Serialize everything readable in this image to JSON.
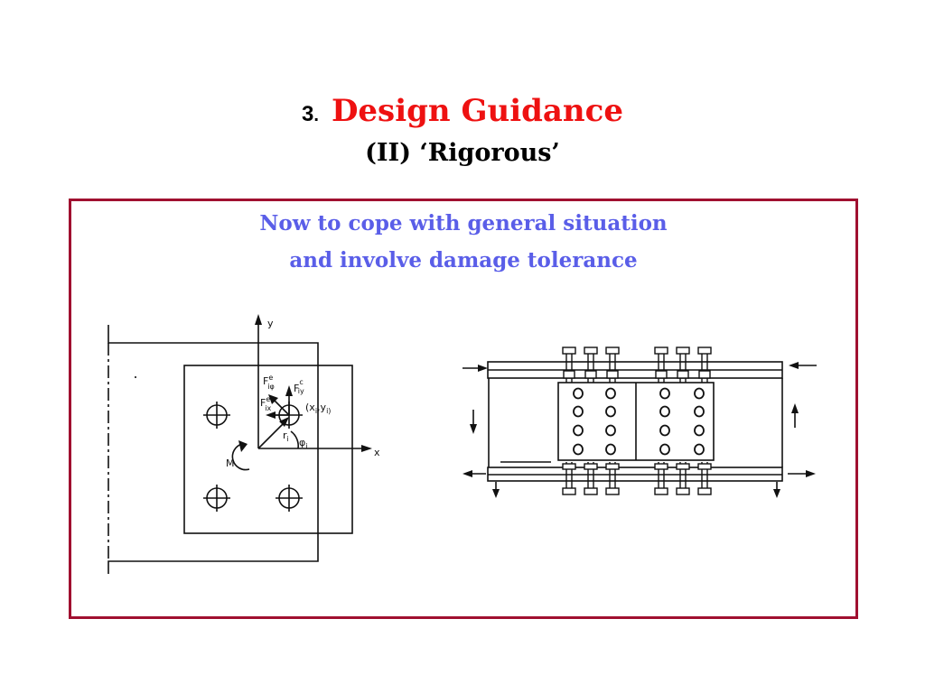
{
  "slide": {
    "number": "3",
    "number_suffix": ".",
    "title": "Design Guidance",
    "subtitle": "(II) ‘Rigorous’",
    "lead_line1": "Now to cope with general situation",
    "lead_line2": "and involve damage tolerance"
  },
  "figure_left": {
    "axis_y": "y",
    "axis_x": "x",
    "moment": "M",
    "force_phi": "F",
    "force_phi_sup": "e",
    "force_phi_sub": "iφ",
    "force_y": "F",
    "force_y_sup": "c",
    "force_y_sub": "iy",
    "force_x": "F",
    "force_x_sup": "e",
    "force_x_sub": "ix",
    "coord": "(x",
    "coord_sub1": "i",
    "coord_mid": ",y",
    "coord_sub2": "i)",
    "coord_end": ")",
    "radius": "r",
    "radius_sub": "i",
    "angle": "φ",
    "angle_sub": "i"
  },
  "colors": {
    "title_red": "#ee1111",
    "lead_blue": "#5a5ee8",
    "frame": "#a01030"
  }
}
